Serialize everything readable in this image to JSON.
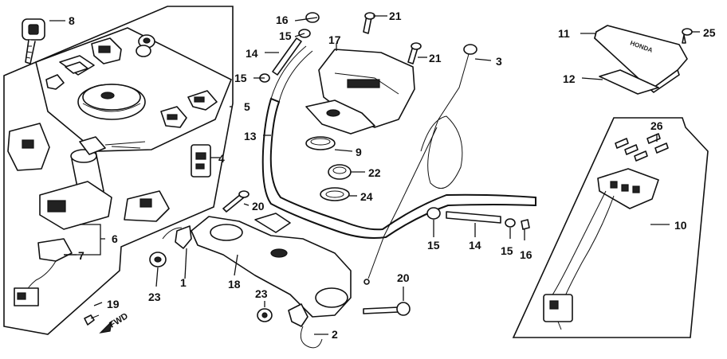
{
  "diagram": {
    "direction_label": "FWD",
    "logo_text": "HONDA",
    "callouts": [
      "1",
      "2",
      "3",
      "4",
      "5",
      "6",
      "7",
      "8",
      "9",
      "10",
      "11",
      "12",
      "13",
      "14",
      "15",
      "16",
      "17",
      "18",
      "19",
      "20",
      "21",
      "22",
      "23",
      "24",
      "25",
      "26"
    ],
    "repeated_callouts": {
      "c14b": "14",
      "c15b": "15",
      "c15c": "15",
      "c16b": "16",
      "c20b": "20",
      "c21b": "21",
      "c23b": "23"
    }
  }
}
